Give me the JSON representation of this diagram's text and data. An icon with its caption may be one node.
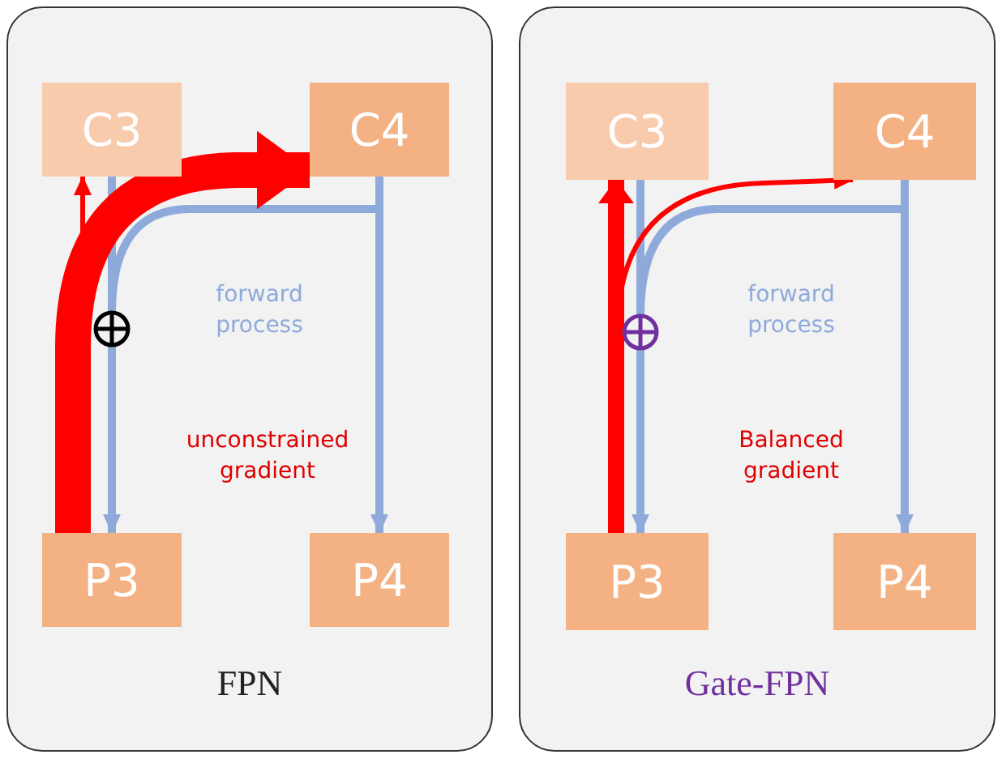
{
  "diagram": {
    "nodes": [
      {
        "text": [
          "FPN"
        ]
      },
      {
        "text": [
          "C3"
        ],
        "in": 0
      },
      {
        "text": [
          "C4"
        ],
        "in": 0
      },
      {
        "text": [
          "P3"
        ],
        "in": 0
      },
      {
        "text": [
          "P4"
        ],
        "in": 0
      },
      {
        "text": [],
        "shape": "circle",
        "in": 0
      },
      {
        "text": [
          "Gate-FPN"
        ]
      },
      {
        "text": [
          "C3"
        ],
        "in": 6
      },
      {
        "text": [
          "C4"
        ],
        "in": 6
      },
      {
        "text": [
          "P3"
        ],
        "in": 6
      },
      {
        "text": [
          "P4"
        ],
        "in": 6
      },
      {
        "text": [],
        "shape": "circle",
        "in": 6
      }
    ],
    "edges": [
      {
        "from": 1,
        "to": 5,
        "arrow": "none"
      },
      {
        "from": 2,
        "to": 5,
        "arrow": "none"
      },
      {
        "from": 5,
        "to": 3,
        "arrow": "to"
      },
      {
        "from": 2,
        "to": 4,
        "arrow": "to"
      },
      {
        "from": 3,
        "to": 2,
        "arrow": "to",
        "style": "thick",
        "color": "#ff0000"
      },
      {
        "from": 3,
        "to": 1,
        "arrow": "to",
        "color": "#ff0000"
      },
      {
        "from": 7,
        "to": 11,
        "arrow": "none"
      },
      {
        "from": 8,
        "to": 11,
        "arrow": "none"
      },
      {
        "from": 11,
        "to": 9,
        "arrow": "to"
      },
      {
        "from": 8,
        "to": 10,
        "arrow": "to"
      },
      {
        "from": 9,
        "to": 8,
        "arrow": "to",
        "color": "#ff0000"
      },
      {
        "from": 9,
        "to": 7,
        "arrow": "to",
        "style": "thick",
        "color": "#ff0000"
      }
    ],
    "labels": [
      "forward process",
      "unconstrained gradient",
      "forward process",
      "Balanced gradient"
    ]
  }
}
